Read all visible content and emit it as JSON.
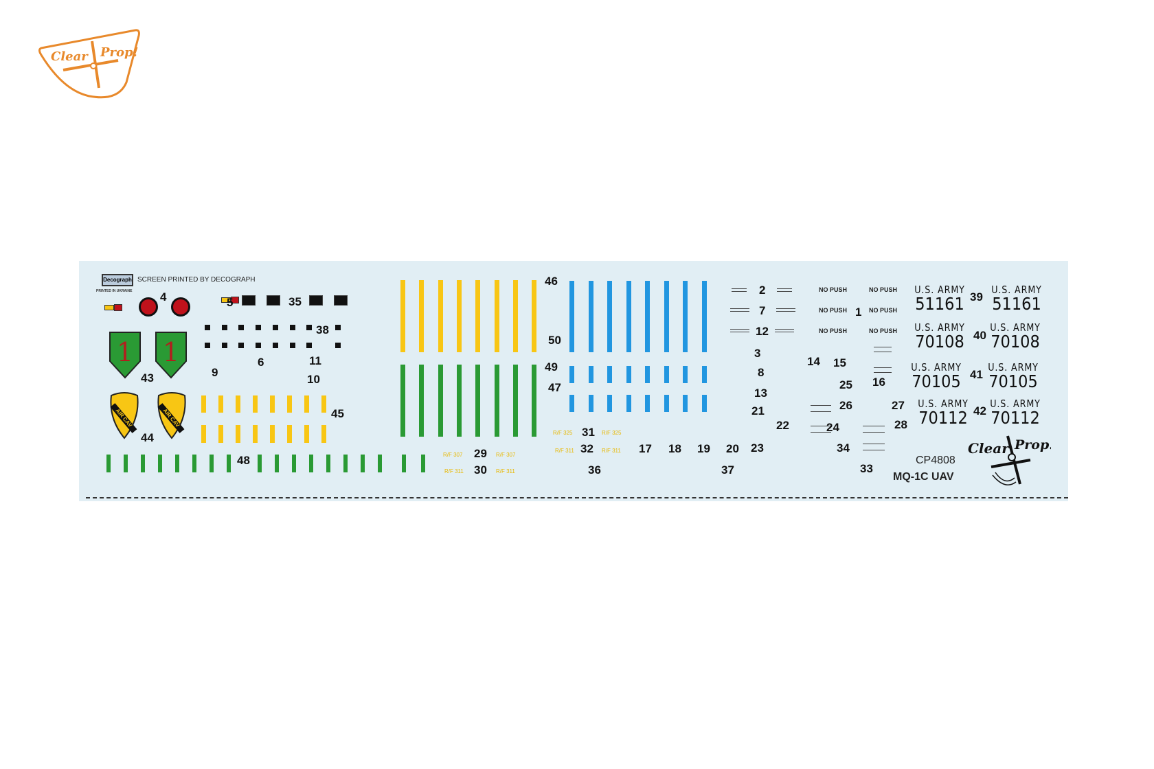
{
  "brand_logo": {
    "word1": "Clear",
    "word2": "Prop!"
  },
  "sheet": {
    "printer_logo": "Decograph",
    "printer_text": "SCREEN PRINTED BY DECOGRAPH",
    "origin_text": "PRINTED IN UKRAINE",
    "product_code": "CP4808",
    "product_name": "MQ-1C UAV",
    "no_push": "NO PUSH",
    "army_label": "U.S. ARMY",
    "serials": [
      "51161",
      "70108",
      "70105",
      "70112"
    ],
    "rf_labels": [
      "R/F 307",
      "R/F 311",
      "R/F 325",
      "R/F 311"
    ],
    "insignia_number": "1",
    "air_cav": "AIR CAV",
    "numbers": [
      "4",
      "5",
      "35",
      "38",
      "43",
      "44",
      "9",
      "6",
      "11",
      "10",
      "45",
      "48",
      "46",
      "50",
      "49",
      "47",
      "29",
      "30",
      "31",
      "32",
      "36",
      "17",
      "18",
      "19",
      "20",
      "37",
      "2",
      "7",
      "12",
      "3",
      "8",
      "13",
      "21",
      "22",
      "23",
      "1",
      "14",
      "15",
      "16",
      "25",
      "26",
      "27",
      "24",
      "28",
      "34",
      "33",
      "39",
      "40",
      "41",
      "42"
    ]
  },
  "colors": {
    "brand": "#e8892b",
    "sheet": "#e1eef4",
    "yellow": "#f8c614",
    "green": "#2a9a34",
    "blue": "#2196e0",
    "red": "#c0121b"
  }
}
